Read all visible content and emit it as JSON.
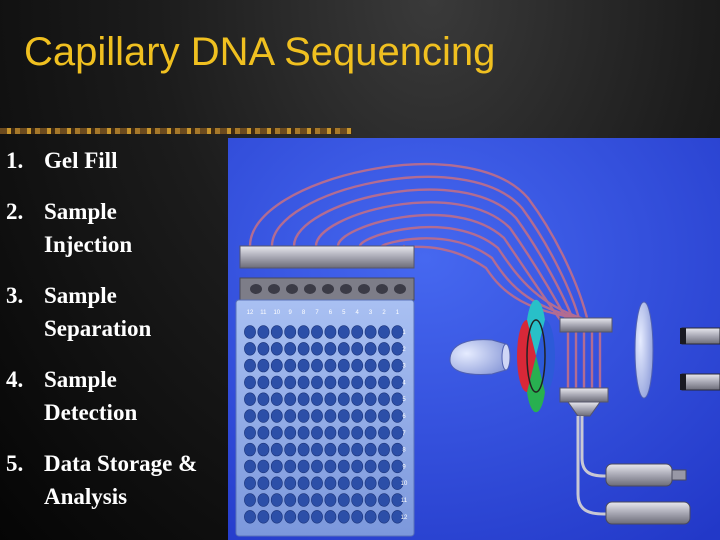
{
  "slide": {
    "title": "Capillary DNA Sequencing",
    "steps": [
      {
        "number": "1.",
        "text": "Gel Fill"
      },
      {
        "number": "2.",
        "text": "Sample Injection"
      },
      {
        "number": "3.",
        "text": "Sample Separation"
      },
      {
        "number": "4.",
        "text": "Sample Detection"
      },
      {
        "number": "5.",
        "text": "Data Storage & Analysis"
      }
    ]
  },
  "plate": {
    "column_labels": [
      "12",
      "11",
      "10",
      "9",
      "8",
      "7",
      "6",
      "5",
      "4",
      "3",
      "2",
      "1"
    ],
    "row_labels": [
      "1",
      "2",
      "3",
      "4",
      "5",
      "6",
      "7",
      "8",
      "9",
      "10",
      "11",
      "12"
    ]
  },
  "colors": {
    "title": "#f0c020",
    "background_panel": "#2f4fe0",
    "capillary": "#b06a8a",
    "plate": "#8aa8e8",
    "well": "#2c4fa8"
  },
  "icons": [
    "microtiter-plate",
    "capillary-array",
    "laser-lens",
    "color-filter-wheel",
    "detector",
    "syringe-pump"
  ]
}
